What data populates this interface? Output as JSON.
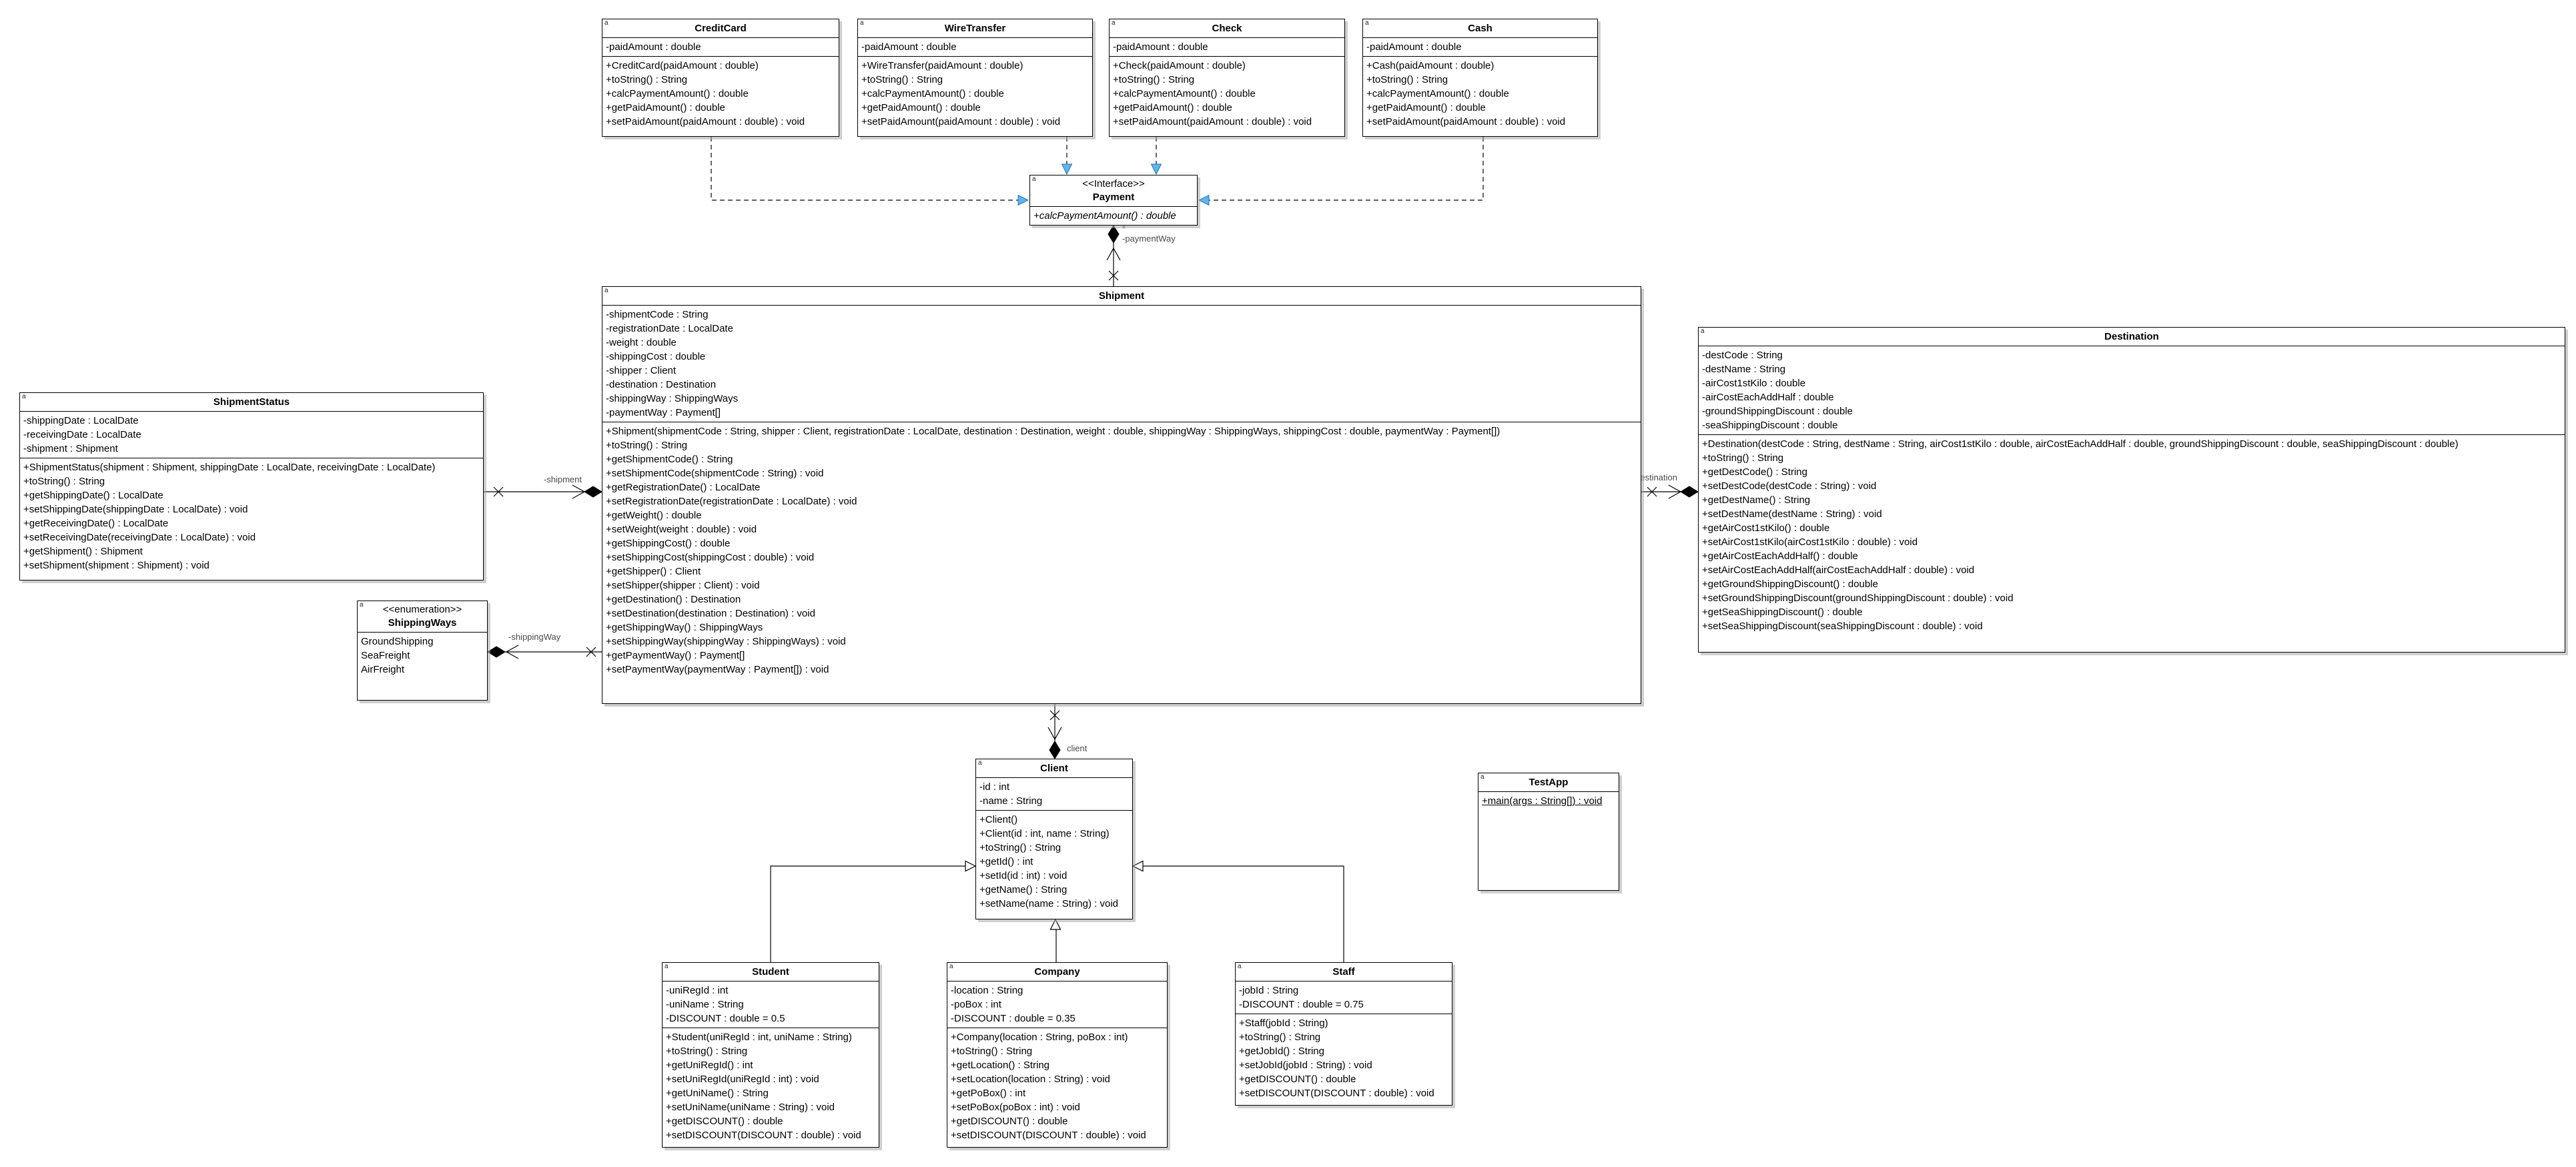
{
  "diagram_type": "uml-class-diagram",
  "ui": {
    "corner_glyph": "a"
  },
  "colors": {
    "box_border": "#000000",
    "box_fill": "#ffffff",
    "realization_arrow": "#66b2e6",
    "connector_label": "#4a4a4a"
  },
  "connectors": {
    "payment_shipment": {
      "type": "composition",
      "multiplicity": "*",
      "label": "-paymentWay"
    },
    "shipmentstatus_shipment": {
      "type": "composition",
      "label": "-shipment"
    },
    "shippingways_shipment": {
      "type": "composition",
      "label": "-shippingWay"
    },
    "shipment_destination": {
      "type": "composition",
      "label": "-destination"
    },
    "shipment_client": {
      "type": "composition",
      "label": "client"
    },
    "creditcard_payment": {
      "type": "realization"
    },
    "wiretransfer_payment": {
      "type": "realization"
    },
    "check_payment": {
      "type": "realization"
    },
    "cash_payment": {
      "type": "realization"
    },
    "student_client": {
      "type": "generalization"
    },
    "company_client": {
      "type": "generalization"
    },
    "staff_client": {
      "type": "generalization"
    }
  },
  "classes": {
    "creditcard": {
      "name": "CreditCard",
      "attributes": [
        "-paidAmount : double"
      ],
      "methods": [
        "+CreditCard(paidAmount : double)",
        "+toString() : String",
        "+calcPaymentAmount() : double",
        "+getPaidAmount() : double",
        "+setPaidAmount(paidAmount : double) : void"
      ]
    },
    "wiretransfer": {
      "name": "WireTransfer",
      "attributes": [
        "-paidAmount : double"
      ],
      "methods": [
        "+WireTransfer(paidAmount : double)",
        "+toString() : String",
        "+calcPaymentAmount() : double",
        "+getPaidAmount() : double",
        "+setPaidAmount(paidAmount : double) : void"
      ]
    },
    "check": {
      "name": "Check",
      "attributes": [
        "-paidAmount : double"
      ],
      "methods": [
        "+Check(paidAmount : double)",
        "+toString() : String",
        "+calcPaymentAmount() : double",
        "+getPaidAmount() : double",
        "+setPaidAmount(paidAmount : double) : void"
      ]
    },
    "cash": {
      "name": "Cash",
      "attributes": [
        "-paidAmount : double"
      ],
      "methods": [
        "+Cash(paidAmount : double)",
        "+toString() : String",
        "+calcPaymentAmount() : double",
        "+getPaidAmount() : double",
        "+setPaidAmount(paidAmount : double) : void"
      ]
    },
    "payment": {
      "stereotype": "<<Interface>>",
      "name": "Payment",
      "methods": [
        "+calcPaymentAmount() : double"
      ]
    },
    "shipment": {
      "name": "Shipment",
      "attributes": [
        "-shipmentCode : String",
        "-registrationDate : LocalDate",
        "-weight : double",
        "-shippingCost : double",
        "-shipper : Client",
        "-destination : Destination",
        "-shippingWay : ShippingWays",
        "-paymentWay : Payment[]"
      ],
      "methods": [
        "+Shipment(shipmentCode : String, shipper : Client, registrationDate : LocalDate, destination : Destination, weight : double, shippingWay : ShippingWays, shippingCost : double, paymentWay : Payment[])",
        "+toString() : String",
        "+getShipmentCode() : String",
        "+setShipmentCode(shipmentCode : String) : void",
        "+getRegistrationDate() : LocalDate",
        "+setRegistrationDate(registrationDate : LocalDate) : void",
        "+getWeight() : double",
        "+setWeight(weight : double) : void",
        "+getShippingCost() : double",
        "+setShippingCost(shippingCost : double) : void",
        "+getShipper() : Client",
        "+setShipper(shipper : Client) : void",
        "+getDestination() : Destination",
        "+setDestination(destination : Destination) : void",
        "+getShippingWay() : ShippingWays",
        "+setShippingWay(shippingWay : ShippingWays) : void",
        "+getPaymentWay() : Payment[]",
        "+setPaymentWay(paymentWay : Payment[]) : void"
      ]
    },
    "shipmentstatus": {
      "name": "ShipmentStatus",
      "attributes": [
        "-shippingDate : LocalDate",
        "-receivingDate : LocalDate",
        "-shipment : Shipment"
      ],
      "methods": [
        "+ShipmentStatus(shipment : Shipment, shippingDate : LocalDate, receivingDate : LocalDate)",
        "+toString() : String",
        "+getShippingDate() : LocalDate",
        "+setShippingDate(shippingDate : LocalDate) : void",
        "+getReceivingDate() : LocalDate",
        "+setReceivingDate(receivingDate : LocalDate) : void",
        "+getShipment() : Shipment",
        "+setShipment(shipment : Shipment) : void"
      ]
    },
    "shippingways": {
      "stereotype": "<<enumeration>>",
      "name": "ShippingWays",
      "literals": [
        "GroundShipping",
        "SeaFreight",
        "AirFreight"
      ]
    },
    "destination": {
      "name": "Destination",
      "attributes": [
        "-destCode : String",
        "-destName : String",
        "-airCost1stKilo : double",
        "-airCostEachAddHalf : double",
        "-groundShippingDiscount : double",
        "-seaShippingDiscount : double"
      ],
      "methods": [
        "+Destination(destCode : String, destName : String, airCost1stKilo : double, airCostEachAddHalf : double, groundShippingDiscount : double, seaShippingDiscount : double)",
        "+toString() : String",
        "+getDestCode() : String",
        "+setDestCode(destCode : String) : void",
        "+getDestName() : String",
        "+setDestName(destName : String) : void",
        "+getAirCost1stKilo() : double",
        "+setAirCost1stKilo(airCost1stKilo : double) : void",
        "+getAirCostEachAddHalf() : double",
        "+setAirCostEachAddHalf(airCostEachAddHalf : double) : void",
        "+getGroundShippingDiscount() : double",
        "+setGroundShippingDiscount(groundShippingDiscount : double) : void",
        "+getSeaShippingDiscount() : double",
        "+setSeaShippingDiscount(seaShippingDiscount : double) : void"
      ]
    },
    "client": {
      "name": "Client",
      "attributes": [
        "-id : int",
        "-name : String"
      ],
      "methods": [
        "+Client()",
        "+Client(id : int, name : String)",
        "+toString() : String",
        "+getId() : int",
        "+setId(id : int) : void",
        "+getName() : String",
        "+setName(name : String) : void"
      ]
    },
    "testapp": {
      "name": "TestApp",
      "methods": [
        "+main(args : String[]) : void"
      ]
    },
    "student": {
      "name": "Student",
      "attributes": [
        "-uniRegId : int",
        "-uniName : String",
        "-DISCOUNT : double = 0.5"
      ],
      "methods": [
        "+Student(uniRegId : int, uniName : String)",
        "+toString() : String",
        "+getUniRegId() : int",
        "+setUniRegId(uniRegId : int) : void",
        "+getUniName() : String",
        "+setUniName(uniName : String) : void",
        "+getDISCOUNT() : double",
        "+setDISCOUNT(DISCOUNT : double) : void"
      ]
    },
    "company": {
      "name": "Company",
      "attributes": [
        "-location : String",
        "-poBox : int",
        "-DISCOUNT : double = 0.35"
      ],
      "methods": [
        "+Company(location : String, poBox : int)",
        "+toString() : String",
        "+getLocation() : String",
        "+setLocation(location : String) : void",
        "+getPoBox() : int",
        "+setPoBox(poBox : int) : void",
        "+getDISCOUNT() : double",
        "+setDISCOUNT(DISCOUNT : double) : void"
      ]
    },
    "staff": {
      "name": "Staff",
      "attributes": [
        "-jobId : String",
        "-DISCOUNT : double = 0.75"
      ],
      "methods": [
        "+Staff(jobId : String)",
        "+toString() : String",
        "+getJobId() : String",
        "+setJobId(jobId : String) : void",
        "+getDISCOUNT() : double",
        "+setDISCOUNT(DISCOUNT : double) : void"
      ]
    }
  }
}
